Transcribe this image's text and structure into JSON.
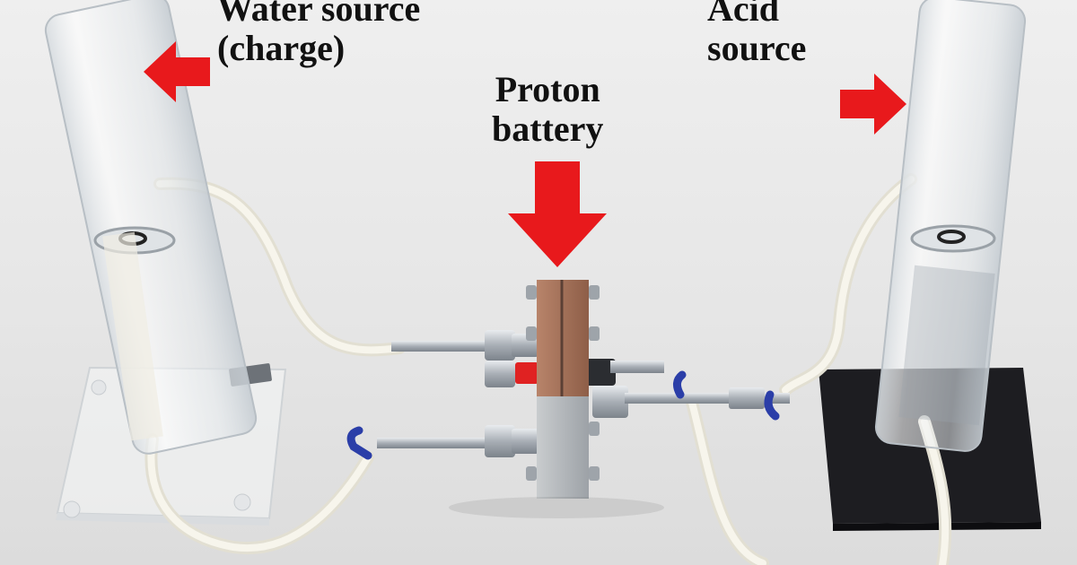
{
  "labels": {
    "water_source": [
      "Water source",
      "(charge)"
    ],
    "acid_source": [
      "Acid",
      "source"
    ],
    "proton_battery": [
      "Proton",
      "battery"
    ]
  },
  "colors": {
    "arrow": "#e8191c",
    "tube": "#f4f1e6",
    "steel": "#b9bec4",
    "copper": "#a9745a",
    "base_plate": "#1d1d21",
    "background": "#e9e9e9"
  },
  "icons": [
    "arrow-left-icon",
    "arrow-right-icon",
    "arrow-down-icon"
  ]
}
